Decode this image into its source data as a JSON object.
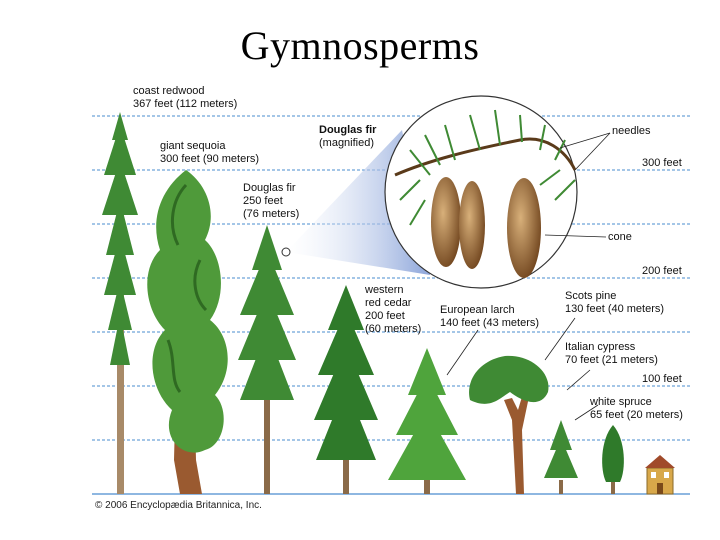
{
  "title": "Gymnosperms",
  "height_lines": {
    "300": "300 feet",
    "200": "200 feet",
    "100": "100 feet"
  },
  "trees": [
    {
      "name": "coast redwood",
      "size": "367 feet (112 meters)"
    },
    {
      "name": "giant sequoia",
      "size": "300 feet (90 meters)"
    },
    {
      "name": "Douglas fir",
      "size_line1": "250 feet",
      "size_line2": "(76 meters)"
    },
    {
      "name_line1": "western",
      "name_line2": "red cedar",
      "size_line1": "200 feet",
      "size_line2": "(60 meters)"
    },
    {
      "name": "European larch",
      "size": "140 feet (43 meters)"
    },
    {
      "name": "Scots pine",
      "size": "130 feet (40 meters)"
    },
    {
      "name": "Italian cypress",
      "size": "70 feet (21 meters)"
    },
    {
      "name": "white spruce",
      "size": "65 feet (20 meters)"
    }
  ],
  "magnified": {
    "title": "Douglas fir",
    "subtitle": "(magnified)",
    "needles_label": "needles",
    "cone_label": "cone"
  },
  "copyright": "© 2006 Encyclopædia Britannica, Inc.",
  "colors": {
    "guide_line": "#4a8ccf",
    "foliage_dark": "#2f7a2a",
    "foliage_light": "#4fa43c",
    "trunk": "#8a6a48",
    "cone": "#8a5a2a",
    "zoom_fill": "#8fa8dc"
  }
}
